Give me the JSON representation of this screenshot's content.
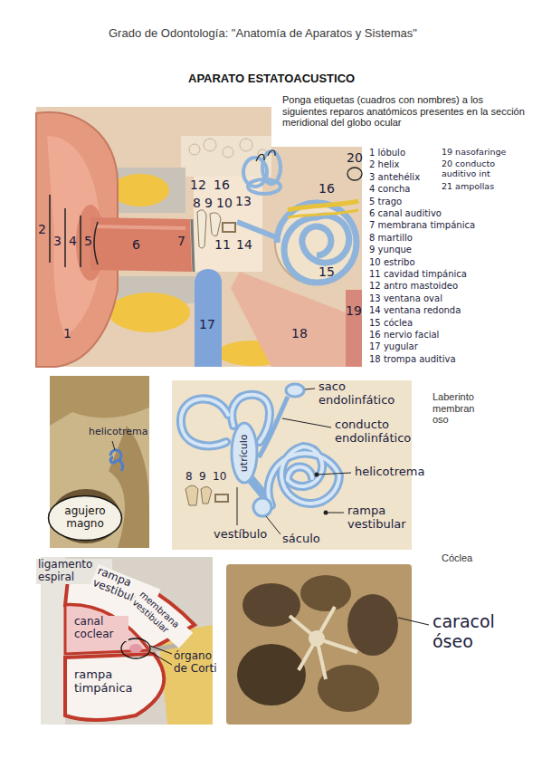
{
  "diagram": {
    "title": "APARATO ESTATOACUSTICO",
    "nodes": [
      {
        "text": [
          "agujero magno"
        ]
      }
    ],
    "labels": [
      "Grado de Odontología: \"Anatomía de Aparatos y Sistemas\"",
      "Ponga etiquetas (cuadros con nombres) a los siguientes reparos anatómicos presentes en la sección meridional del globo ocular",
      "1 lóbulo",
      "2 helix",
      "3 antehélix",
      "4 concha",
      "5 trago",
      "6 canal auditivo",
      "7 membrana timpánica",
      "8 martillo",
      "9 yunque",
      "10 estribo",
      "11 cavidad timpánica",
      "12 antro mastoideo",
      "13 ventana oval",
      "14 ventana redonda",
      "15 cóclea",
      "16 nervio facial",
      "17 yugular",
      "18 trompa auditiva",
      "19 nasofaringe",
      "20 conducto auditivo int",
      "21 ampollas",
      "1",
      "2",
      "3",
      "4",
      "5",
      "6",
      "7",
      "8",
      "9",
      "10",
      "11",
      "12",
      "13",
      "14",
      "15",
      "16",
      "16",
      "17",
      "18",
      "19",
      "20",
      "helicotrema",
      "saco endolinfático",
      "conducto endolinfático",
      "helicotrema",
      "rampa vestibular",
      "utrículo",
      "8",
      "9",
      "10",
      "vestíbulo",
      "sáculo",
      "Laberinto membran oso",
      "Cóclea",
      "ligamento espiral",
      "rampa vestibular",
      "membrana vestibular",
      "canal coclear",
      "órgano de Corti",
      "rampa timpánica",
      "caracol óseo"
    ]
  }
}
